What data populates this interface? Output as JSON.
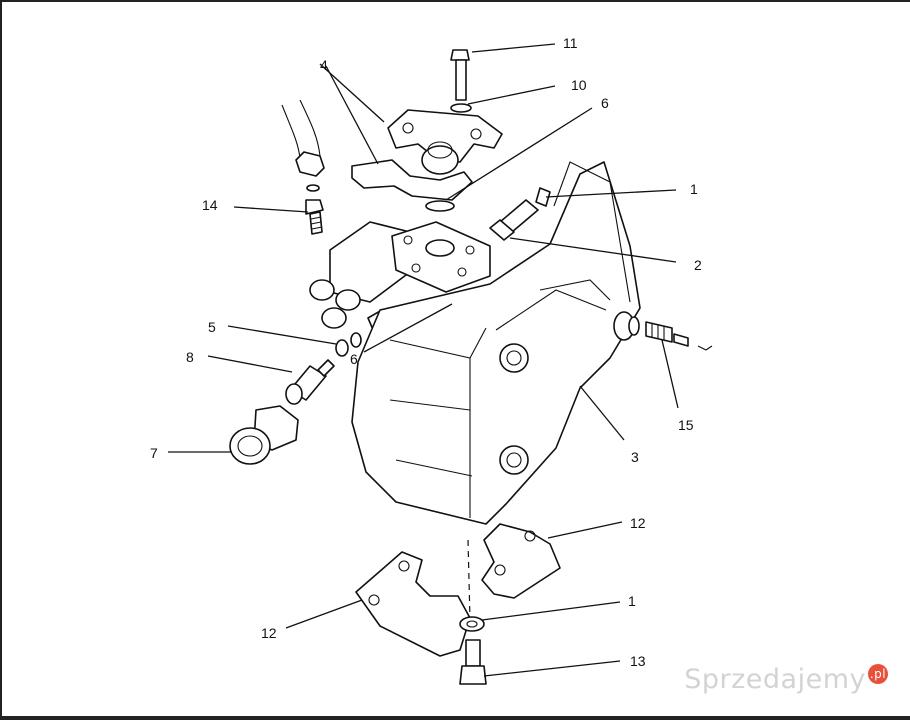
{
  "callouts": [
    {
      "id": "c1a",
      "label": "1"
    },
    {
      "id": "c2",
      "label": "2"
    },
    {
      "id": "c3",
      "label": "3"
    },
    {
      "id": "c4",
      "label": "4"
    },
    {
      "id": "c5",
      "label": "5"
    },
    {
      "id": "c6a",
      "label": "6"
    },
    {
      "id": "c6b",
      "label": "6"
    },
    {
      "id": "c7",
      "label": "7"
    },
    {
      "id": "c8",
      "label": "8"
    },
    {
      "id": "c10",
      "label": "10"
    },
    {
      "id": "c11",
      "label": "11"
    },
    {
      "id": "c12a",
      "label": "12"
    },
    {
      "id": "c12b",
      "label": "12"
    },
    {
      "id": "c1b",
      "label": "1"
    },
    {
      "id": "c13",
      "label": "13"
    },
    {
      "id": "c14",
      "label": "14"
    },
    {
      "id": "c15",
      "label": "15"
    }
  ],
  "watermark": {
    "text": "Sprzedajemy",
    "badge": ".pl"
  }
}
